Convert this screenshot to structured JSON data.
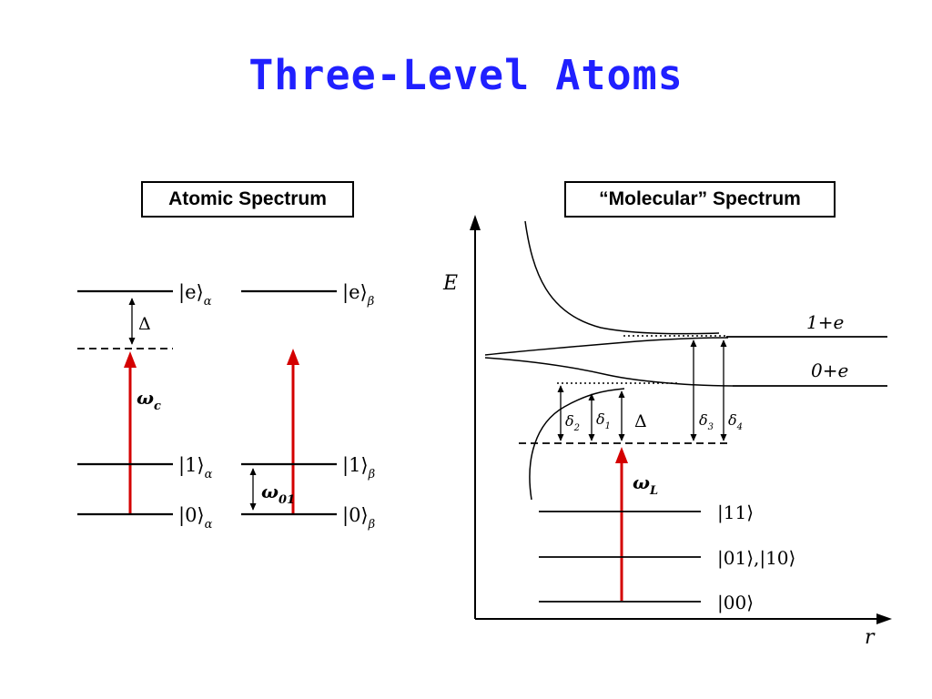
{
  "title": "Three-Level Atoms",
  "panels": {
    "atomic_label": "Atomic Spectrum",
    "molecular_label": "“Molecular” Spectrum"
  },
  "atomic": {
    "alpha": {
      "e_ket": "|e⟩",
      "e_sub": "α",
      "delta_label": "Δ",
      "omega_c": "ω",
      "omega_c_sub": "c",
      "l1_ket": "|1⟩",
      "l1_sub": "α",
      "l0_ket": "|0⟩",
      "l0_sub": "α"
    },
    "beta": {
      "e_ket": "|e⟩",
      "e_sub": "β",
      "omega_01": "ω",
      "omega_01_sub": "01",
      "l1_ket": "|1⟩",
      "l1_sub": "β",
      "l0_ket": "|0⟩",
      "l0_sub": "β"
    }
  },
  "molecular": {
    "y_axis_label": "E",
    "x_axis_label": "r",
    "asymptote_upper": "1+e",
    "asymptote_lower": "0+e",
    "delta2": "δ",
    "delta2_sub": "2",
    "delta1": "δ",
    "delta1_sub": "1",
    "delta_big": "Δ",
    "delta3": "δ",
    "delta3_sub": "3",
    "delta4": "δ",
    "delta4_sub": "4",
    "omega_L": "ω",
    "omega_L_sub": "L",
    "level_11": "|11⟩",
    "level_01_10": "|01⟩,|10⟩",
    "level_00": "|00⟩"
  }
}
